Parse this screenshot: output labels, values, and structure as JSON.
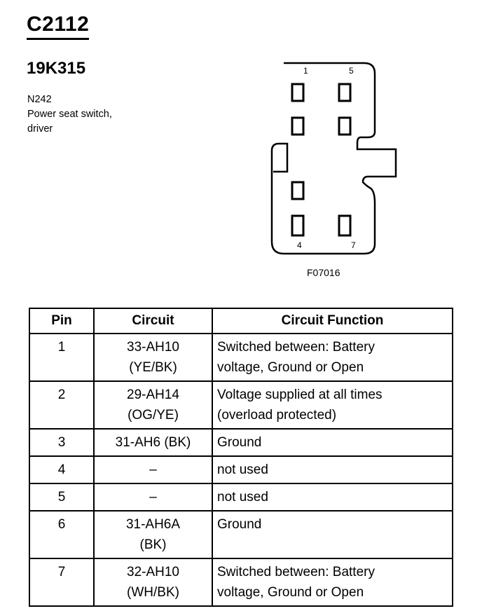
{
  "connector": {
    "title": "C2112",
    "part_number": "19K315",
    "ref": "N242",
    "description_lines": [
      "Power seat switch,",
      "driver"
    ]
  },
  "diagram": {
    "pin_labels": {
      "top_left": "1",
      "top_right": "5",
      "bottom_left": "4",
      "bottom_right": "7"
    },
    "figure_code": "F07016"
  },
  "table": {
    "headers": [
      "Pin",
      "Circuit",
      "Circuit Function"
    ],
    "rows": [
      {
        "pin": "1",
        "circuit": [
          "33-AH10",
          "(YE/BK)"
        ],
        "function": [
          "Switched between: Battery",
          "voltage, Ground or Open"
        ]
      },
      {
        "pin": "2",
        "circuit": [
          "29-AH14",
          "(OG/YE)"
        ],
        "function": [
          "Voltage supplied at all times",
          "(overload protected)"
        ]
      },
      {
        "pin": "3",
        "circuit": [
          "31-AH6 (BK)"
        ],
        "function": [
          "Ground"
        ]
      },
      {
        "pin": "4",
        "circuit": [
          "–"
        ],
        "function": [
          "not used"
        ]
      },
      {
        "pin": "5",
        "circuit": [
          "–"
        ],
        "function": [
          "not used"
        ]
      },
      {
        "pin": "6",
        "circuit": [
          "31-AH6A",
          "(BK)"
        ],
        "function": [
          "Ground"
        ]
      },
      {
        "pin": "7",
        "circuit": [
          "32-AH10",
          "(WH/BK)"
        ],
        "function": [
          "Switched between: Battery",
          "voltage, Ground or Open"
        ]
      }
    ]
  }
}
